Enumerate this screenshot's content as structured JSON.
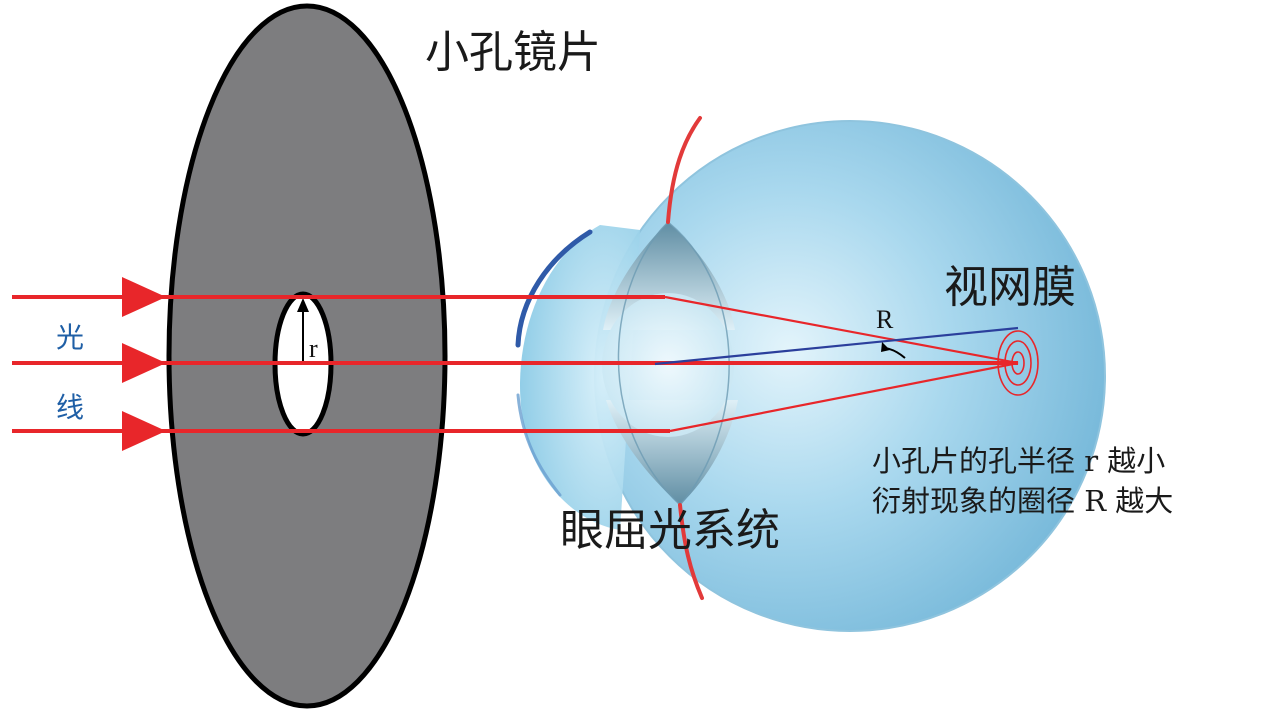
{
  "labels": {
    "pinhole_lens": "小孔镜片",
    "retina": "视网膜",
    "refractive_system": "眼屈光系统",
    "light_line1": "光",
    "light_line2": "线",
    "radius_r": "r",
    "radius_R": "R",
    "note_line1": "小孔片的孔半径 r 越小",
    "note_line2": "衍射现象的圈径 R 越大"
  },
  "colors": {
    "ray": "#e8262a",
    "blue_line": "#2b3f9c",
    "disc_fill": "#7d7d7f",
    "disc_stroke": "#000000",
    "light_label": "#1f5fa6",
    "eyeball": "#7fbfdc",
    "eyeball_edge": "#5aa2c6",
    "cornea_edge": "#2f5aa8"
  }
}
